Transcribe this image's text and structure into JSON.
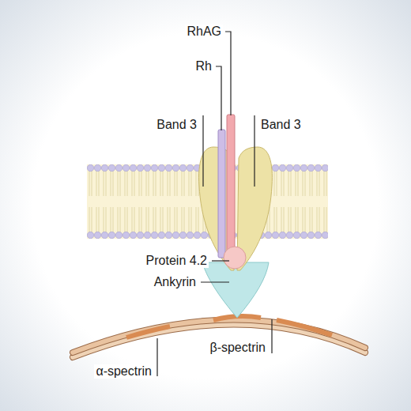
{
  "diagram": {
    "labels": [
      "RhAG",
      "Rh",
      "Band 3",
      "Band 3",
      "Protein 4.2",
      "Ankyrin",
      "β-spectrin",
      "α-spectrin"
    ]
  }
}
